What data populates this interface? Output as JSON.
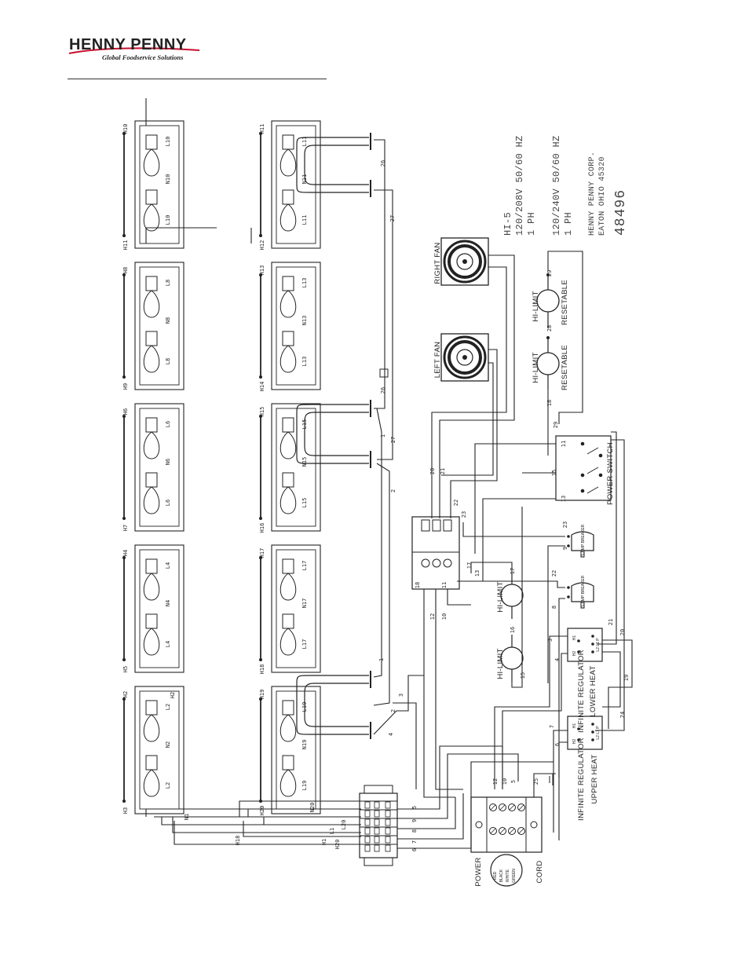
{
  "brand": {
    "name": "HENNY PENNY",
    "tagline": "Global Foodservice Solutions",
    "swoosh_color": "#c8102e"
  },
  "info": {
    "model": "HI-5",
    "rating_1": "120/208V 50/60 HZ",
    "phase_1": "1 PH",
    "rating_2": "120/240V 50/60 HZ",
    "phase_2": "1 PH",
    "company": "HENNY PENNY CORP.",
    "address": "EATON OHIO 45320",
    "drawing_number": "48496"
  },
  "labels": {
    "right_fan": "RIGHT FAN",
    "left_fan": "LEFT FAN",
    "hi_limit": "HI-LIMIT",
    "resetable": "RESETABLE",
    "power_switch": "POWER SWITCH",
    "infinite_regulator": "INFINITE REGULATOR",
    "lower_heat": "LOWER HEAT",
    "upper_heat": "UPPER HEAT",
    "power": "POWER",
    "cord": "CORD",
    "breaker": "15 AMP BREAKER",
    "cord_wires": [
      "RED",
      "BLACK",
      "WHITE",
      "GREEN"
    ],
    "reg_terminals": [
      "L2",
      "L1",
      "P",
      "H1",
      "H2"
    ]
  },
  "wire_numbers": {
    "elements_top": [
      "26",
      "27"
    ],
    "elements_mid": [
      "26",
      "27",
      "1",
      "2"
    ],
    "elements_bottom": [
      "1",
      "2",
      "3",
      "4"
    ],
    "fan_wires": [
      "20",
      "21",
      "22",
      "23"
    ],
    "contactor": [
      "18",
      "17",
      "11",
      "13",
      "12",
      "10"
    ],
    "hi_limits": [
      "16",
      "17",
      "15",
      "18",
      "28",
      "29"
    ],
    "switch": [
      "11",
      "13",
      "15",
      "29"
    ],
    "breakers": [
      "23",
      "9",
      "22",
      "8"
    ],
    "regulators": [
      "3",
      "4",
      "20",
      "21",
      "19",
      "24",
      "6",
      "7"
    ],
    "terminal_block": [
      "5",
      "9",
      "8",
      "7",
      "6"
    ],
    "power_block": [
      "12",
      "10",
      "5",
      "25"
    ]
  },
  "lamps": {
    "top_row": [
      {
        "h_a": "H10",
        "h_b": "H11",
        "n": "N10",
        "l": "L10"
      },
      {
        "h_a": "H8",
        "h_b": "H9",
        "n": "N8",
        "l": "L8"
      },
      {
        "h_a": "H6",
        "h_b": "H7",
        "n": "N6",
        "l": "L6"
      },
      {
        "h_a": "H4",
        "h_b": "H5",
        "n": "N4",
        "l": "L4"
      },
      {
        "h_a": "H2",
        "h_b": "H3",
        "n": "N2",
        "l": "L2"
      }
    ],
    "bottom_row": [
      {
        "h_a": "H11",
        "h_b": "H12",
        "n": "N11",
        "l": "L11"
      },
      {
        "h_a": "H13",
        "h_b": "H14",
        "n": "N13",
        "l": "L13"
      },
      {
        "h_a": "H15",
        "h_b": "H16",
        "n": "N15",
        "l": "L15"
      },
      {
        "h_a": "H17",
        "h_b": "H18",
        "n": "N17",
        "l": "L17"
      },
      {
        "h_a": "H19",
        "h_b": "H20",
        "n": "N19",
        "l": "L19"
      }
    ],
    "bus_labels": [
      "N1",
      "N20",
      "L1",
      "L20",
      "H1",
      "H20",
      "H18",
      "H2"
    ]
  }
}
